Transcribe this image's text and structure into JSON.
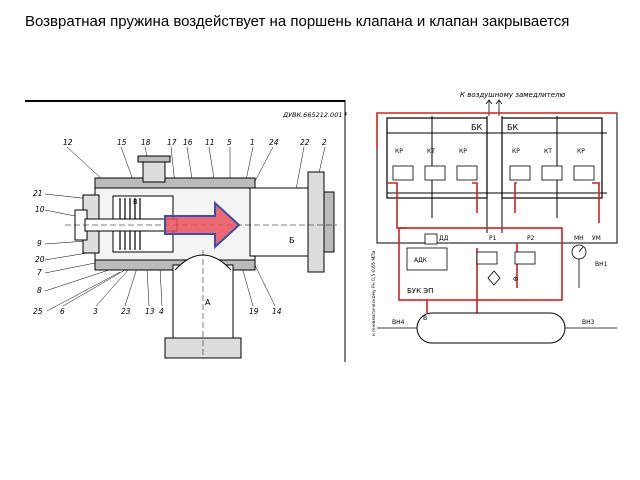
{
  "slide": {
    "title": "Возвратная пружина воздействует на поршень клапана и клапан закрывается"
  },
  "left_drawing": {
    "doc_code": "ДУВК.665212.001 Р",
    "callouts_top": [
      "12",
      "15",
      "18",
      "17",
      "16",
      "11",
      "5",
      "1",
      "24",
      "22",
      "2"
    ],
    "callouts_left": [
      "21",
      "10",
      "9",
      "20",
      "7",
      "8",
      "25"
    ],
    "callouts_bottom": [
      "6",
      "3",
      "23",
      "13",
      "4",
      "19",
      "14"
    ],
    "chamber_labels": [
      "А",
      "Б",
      "В"
    ],
    "accent_color": "#e8505b"
  },
  "right_schematic": {
    "header": "К воздушному замедлителю",
    "blocks": [
      "БК",
      "БК",
      "БУК ЭП",
      "АДК"
    ],
    "valves": [
      "КР",
      "КТ",
      "КР",
      "КР",
      "КТ",
      "КР"
    ],
    "components": [
      "ДД",
      "Р1",
      "Р2",
      "Ф",
      "МН",
      "УМ",
      "ВН1",
      "ВН4",
      "ВН3",
      "В"
    ],
    "side_note": "к пневматическому Рн 0,5-0,65 МПа",
    "line_color": "#d42020"
  }
}
